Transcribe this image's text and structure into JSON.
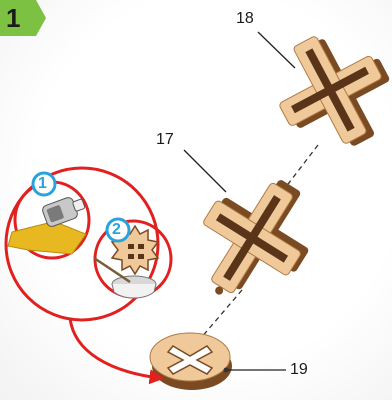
{
  "step": {
    "number": "1"
  },
  "parts": [
    {
      "id": "part-18",
      "label": "18"
    },
    {
      "id": "part-17",
      "label": "17"
    },
    {
      "id": "part-19",
      "label": "19"
    }
  ],
  "tips": [
    {
      "number": "1",
      "tool": "glue-bottle-icon"
    },
    {
      "number": "2",
      "tool": "glue-dish-icon"
    }
  ],
  "colors": {
    "badge_green": "#7cc142",
    "callout_red": "#e0211f",
    "tip_circle_blue": "#2aa3dc",
    "wood_face": "#f0c99a",
    "wood_edge": "#7a4a22",
    "glue_yellow": "#e8b820"
  }
}
